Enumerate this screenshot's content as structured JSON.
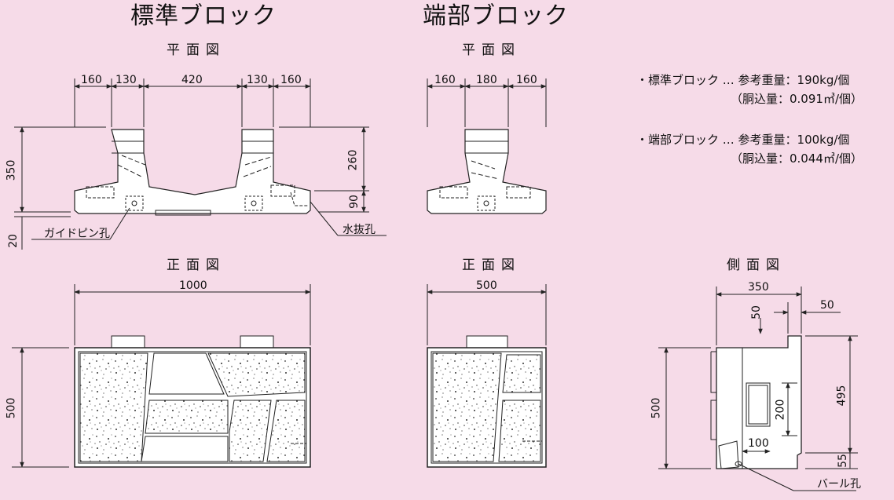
{
  "titles": {
    "standard": "標準ブロック",
    "end": "端部ブロック"
  },
  "views": {
    "plan": "平面図",
    "front": "正面図",
    "side": "側面図"
  },
  "dims": {
    "std_plan_top": [
      "160",
      "130",
      "420",
      "130",
      "160"
    ],
    "end_plan_top": [
      "160",
      "180",
      "160"
    ],
    "std_height_total": "350",
    "std_height_top": "260",
    "std_height_bottom": "90",
    "std_base": "20",
    "std_width": "1000",
    "std_height": "500",
    "end_width": "500",
    "side_width": "350",
    "side_50a": "50",
    "side_50b": "50",
    "side_height": "500",
    "side_495": "495",
    "side_200": "200",
    "side_100": "100",
    "side_55": "55"
  },
  "labels": {
    "guide_pin": "ガイドピン孔",
    "drain": "水抜孔",
    "bar": "バール孔"
  },
  "notes": [
    {
      "line1": "・標準ブロック … 参考重量：190kg/個",
      "line2": "（胴込量：0.091㎥/個）"
    },
    {
      "line1": "・端部ブロック … 参考重量：100kg/個",
      "line2": "（胴込量：0.044㎥/個）"
    }
  ]
}
